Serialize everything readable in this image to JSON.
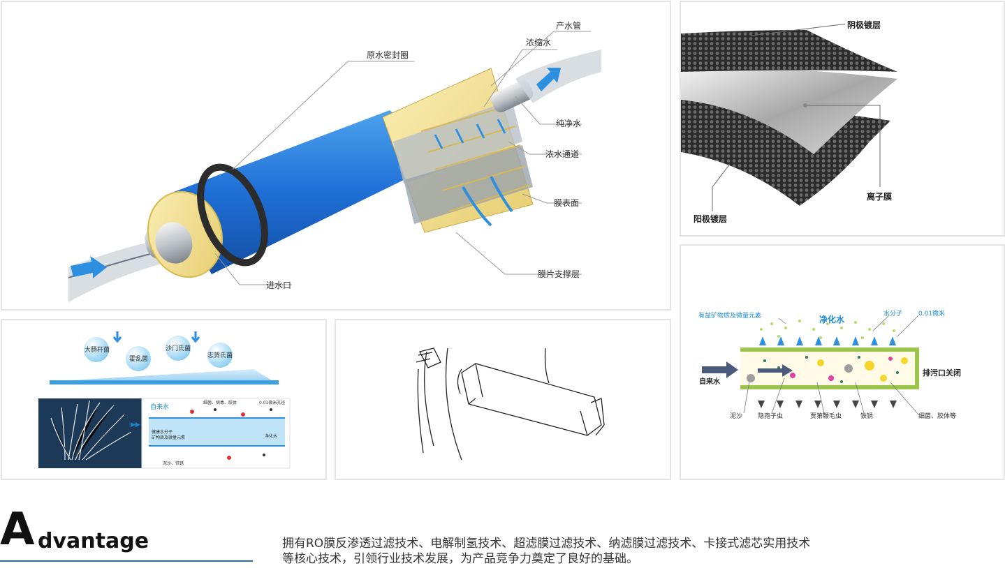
{
  "panels": {
    "ro": {
      "labels": {
        "product_pipe": "产水管",
        "concentrate": "浓缩水",
        "raw_seal": "原水密封圈",
        "pure_water": "纯净水",
        "concentrate_channel": "浓水通道",
        "membrane_surface": "膜表面",
        "membrane_support": "膜片支撑层",
        "inlet": "进水口"
      }
    },
    "electrolysis": {
      "labels": {
        "cathode": "阴极镀层",
        "anode": "阳极镀层",
        "ion_membrane": "离子膜"
      }
    },
    "uf": {
      "bacteria": [
        "大肠杆菌",
        "霍乱菌",
        "沙门氏菌",
        "志贺氏菌"
      ],
      "inner": {
        "tap": "自来水",
        "bacteria_note": "细菌、病毒、胶体",
        "pore": "0.01微米孔径",
        "healthy_1": "健康水分子",
        "healthy_2": "矿物质及微量元素",
        "clean": "净化水",
        "sediment": "泥沙、铁锈"
      }
    },
    "nf": {
      "labels": {
        "minerals": "有益矿物质及微量元素",
        "purified": "净化水",
        "water_molecule": "水分子",
        "micron": "0.01微米",
        "tap_water": "自来水",
        "drain_closed": "排污口关闭",
        "sand": "泥沙",
        "crypto": "隐孢子虫",
        "giardia": "贾第鞭毛虫",
        "rust": "铁锈",
        "bacteria_colloid": "细菌、胶体等"
      }
    }
  },
  "advantage": {
    "title_big": "A",
    "title_rest": "dvantage",
    "line1": "拥有RO膜反渗透过滤技术、电解制氢技术、超滤膜过滤技术、纳滤膜过滤技术、卡接式滤芯实用技术",
    "line2": "等核心技术，引领行业技术发展，为产品竞争力奠定了良好的基础。"
  },
  "colors": {
    "membrane_blue": "#1f6fd6",
    "membrane_yellow": "#f1dd8e",
    "accent_blue": "#1a8ad4",
    "green_frame": "#9bc54f",
    "title_underline": "#2a6fa3"
  }
}
